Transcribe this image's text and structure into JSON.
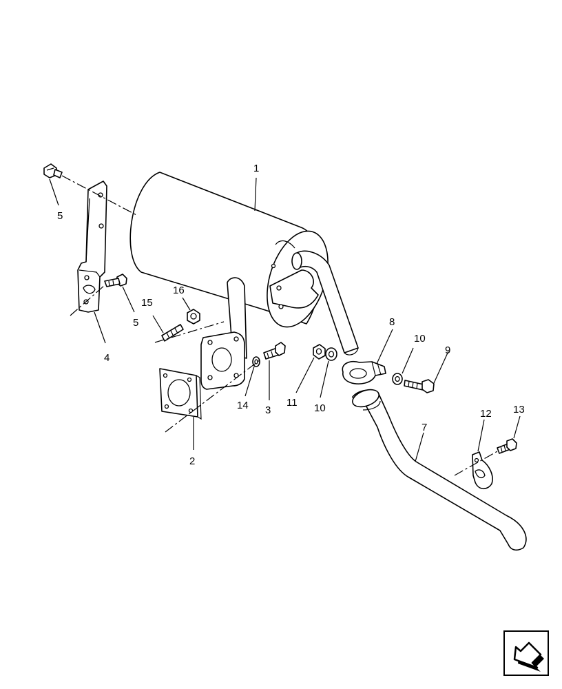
{
  "diagram": {
    "callouts": {
      "c1": "1",
      "c2": "2",
      "c3": "3",
      "c4": "4",
      "c5a": "5",
      "c5b": "5",
      "c7": "7",
      "c8": "8",
      "c9": "9",
      "c10a": "10",
      "c10b": "10",
      "c11": "11",
      "c12": "12",
      "c13": "13",
      "c14": "14",
      "c15": "15",
      "c16": "16"
    }
  },
  "navigation": {
    "icon": "arrow-back-icon"
  }
}
